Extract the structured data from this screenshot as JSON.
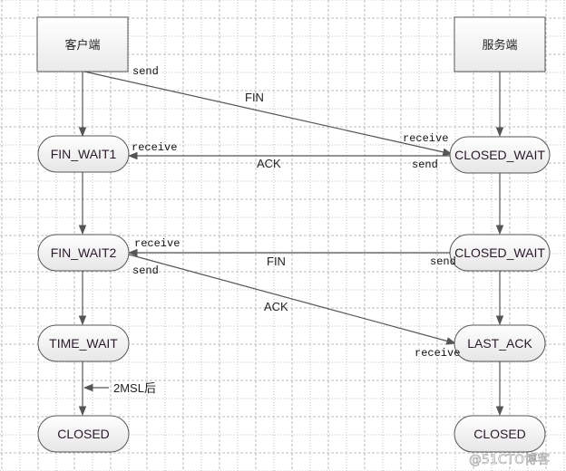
{
  "actors": {
    "client": "客户端",
    "server": "服务端"
  },
  "states": {
    "client": [
      "FIN_WAIT1",
      "FIN_WAIT2",
      "TIME_WAIT",
      "CLOSED"
    ],
    "server": [
      "CLOSED_WAIT",
      "CLOSED_WAIT",
      "LAST_ACK",
      "CLOSED"
    ]
  },
  "messages": {
    "fin1": "FIN",
    "ack1": "ACK",
    "fin2": "FIN",
    "ack2": "ACK"
  },
  "endpoint_labels": {
    "send": "send",
    "receive": "receive"
  },
  "timer_label": "2MSL后",
  "watermark": "@51CTO博客",
  "colors": {
    "line": "#555555",
    "grid": "#bdbdbd",
    "box_border": "#555555"
  }
}
